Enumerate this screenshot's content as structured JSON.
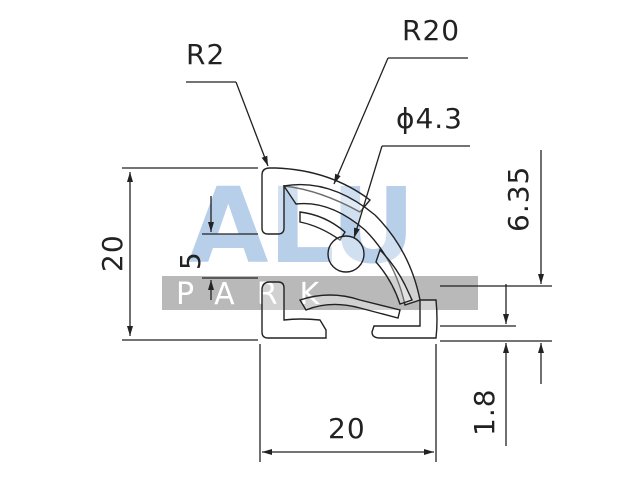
{
  "drawing": {
    "dimensions": {
      "r2": "R2",
      "r20": "R20",
      "hole": "ϕ4.3",
      "h20": "20",
      "slot5": "5",
      "d635": "6.35",
      "w20": "20",
      "t18": "1.8"
    },
    "watermark": {
      "word": "ALU",
      "band": "PARK"
    }
  }
}
